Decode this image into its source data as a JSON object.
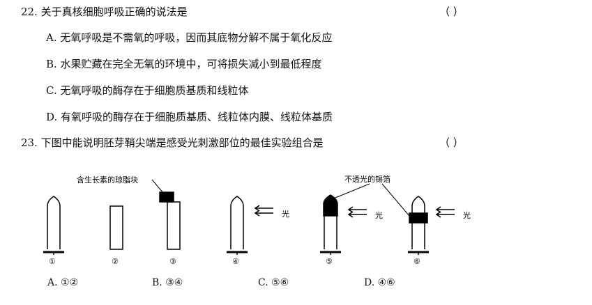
{
  "q22": {
    "stem": "22. 关于真核细胞呼吸正确的说法是",
    "paren": "（      ）",
    "options": [
      "A. 无氧呼吸是不需氧的呼吸，因而其底物分解不属于氧化反应",
      "B. 水果贮藏在完全无氧的环境中，可将损失减小到最低程度",
      "C. 无氧呼吸的酶存在于细胞质基质和线粒体",
      "D. 有氧呼吸的酶存在于细胞质基质、线粒体内膜、线粒体基质"
    ]
  },
  "q23": {
    "stem": "23. 下图中能说明胚芽鞘尖端是感受光刺激部位的最佳实验组合是",
    "paren": "（      ）",
    "figure": {
      "agar_label": "含生长素的琼脂块",
      "foil_label": "不透光的锡箔",
      "light_label": "光",
      "numbers": [
        "①",
        "②",
        "③",
        "④",
        "⑤",
        "⑥"
      ]
    },
    "options": [
      "A. ①②",
      "B. ③④",
      "C. ⑤⑥",
      "D. ④⑥"
    ]
  }
}
